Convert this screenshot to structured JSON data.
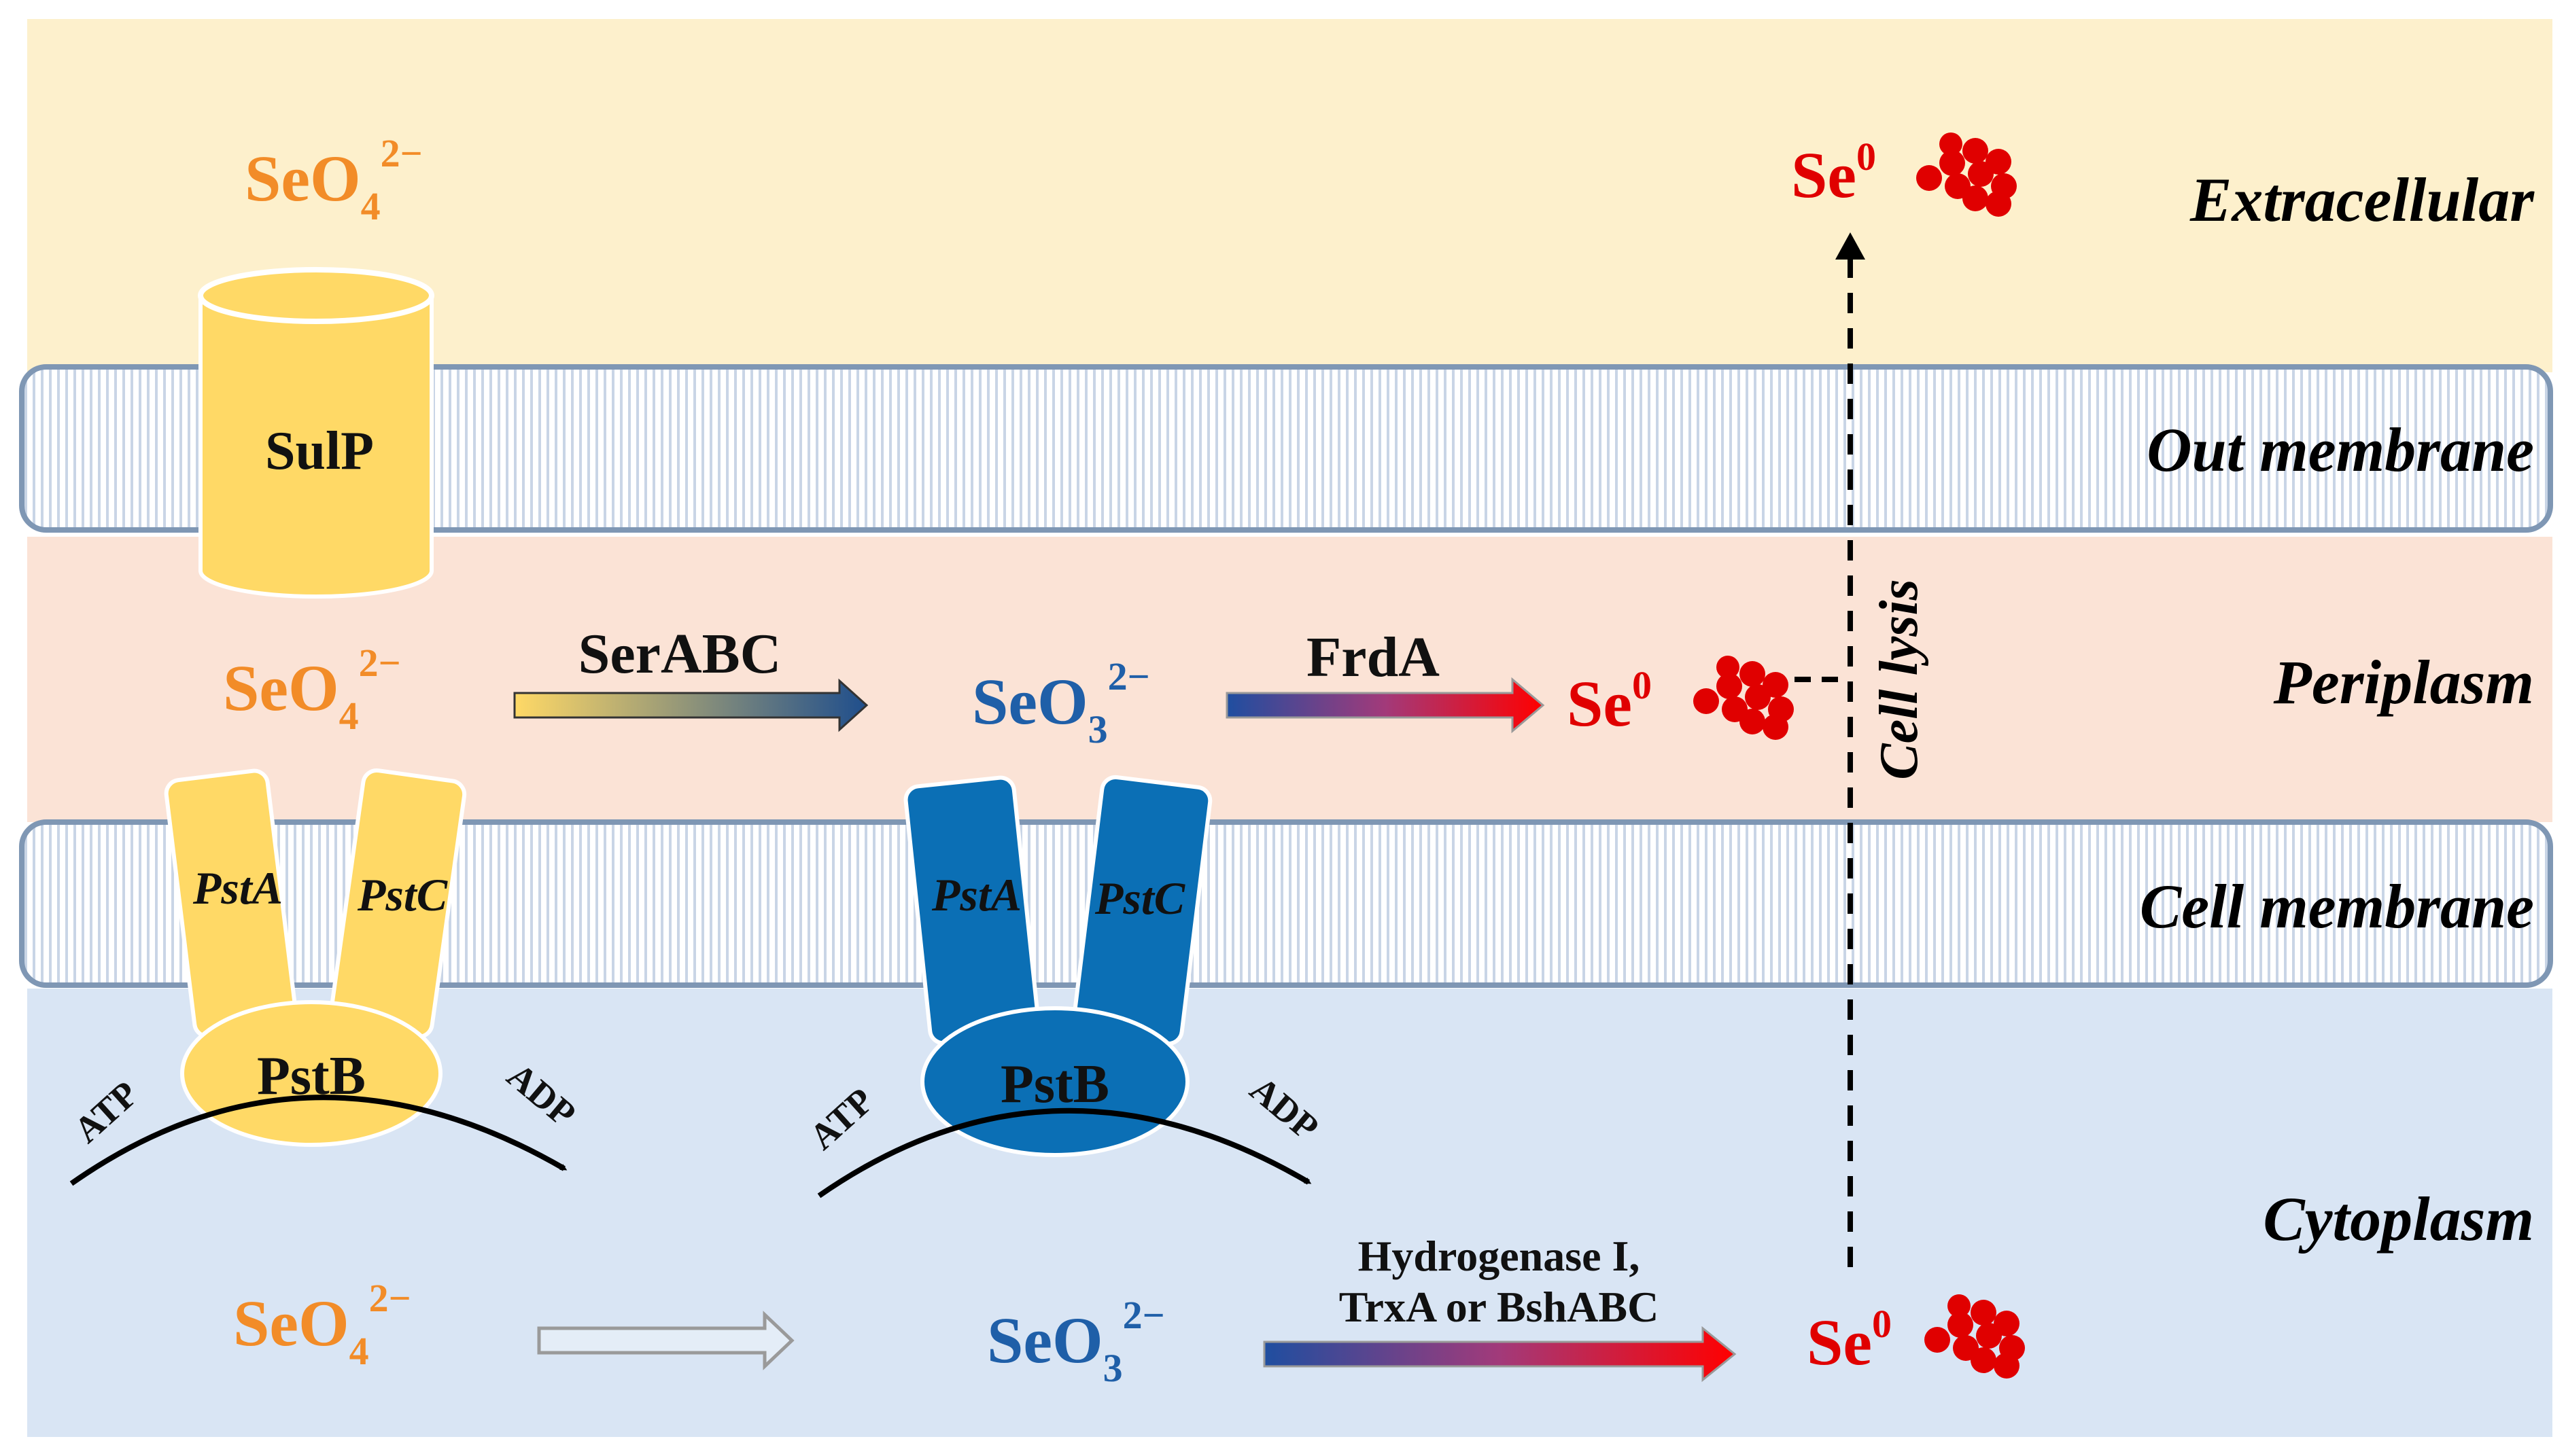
{
  "regions": {
    "extracellular": "Extracellular",
    "out_membrane": "Out membrane",
    "periplasm": "Periplasm",
    "cell_membrane": "Cell membrane",
    "cytoplasm": "Cytoplasm"
  },
  "chem": {
    "se": "Se",
    "o": "O",
    "sub4": "4",
    "sub3": "3",
    "charge": "2−",
    "zero": "0"
  },
  "transporters": {
    "sulp": "SulP",
    "psta": "PstA",
    "pstc": "PstC",
    "pstb": "PstB",
    "atp": "ATP",
    "adp": "ADP"
  },
  "enzymes": {
    "serabc": "SerABC",
    "frda": "FrdA",
    "cyto_line1": "Hydrogenase I,",
    "cyto_line2": "TrxA or BshABC"
  },
  "cell_lysis": "Cell lysis",
  "colors": {
    "extracellular_bg": "#fdf0cc",
    "periplasm_bg": "#fbe3d6",
    "cytoplasm_bg": "#d9e5f4",
    "membrane_border": "#7f97b4",
    "yellow_protein": "#ffd966",
    "blue_protein": "#0b6fb5",
    "selenate": "#f28c28",
    "selenite": "#1f5fa8",
    "selenium": "#e00000"
  }
}
